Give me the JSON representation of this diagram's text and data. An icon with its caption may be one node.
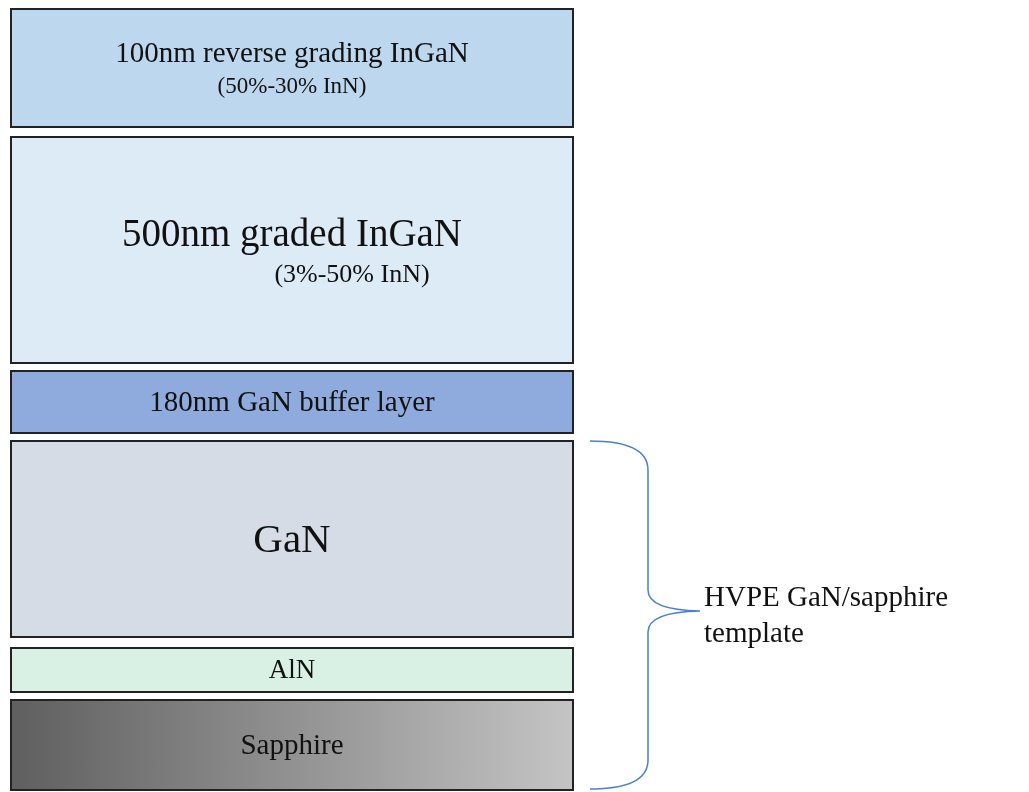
{
  "diagram": {
    "nodes": [
      {
        "text": [
          "100nm reverse grading InGaN",
          "(50%-30% InN)"
        ]
      },
      {
        "text": [
          "500nm graded InGaN",
          "(3%-50% InN)"
        ]
      },
      {
        "text": [
          "180nm GaN buffer layer"
        ]
      },
      {
        "text": [
          "GaN"
        ]
      },
      {
        "text": [
          "AlN"
        ]
      },
      {
        "text": [
          "Sapphire"
        ]
      }
    ],
    "edges": [],
    "labels": [
      "HVPE GaN/sapphire template"
    ]
  }
}
